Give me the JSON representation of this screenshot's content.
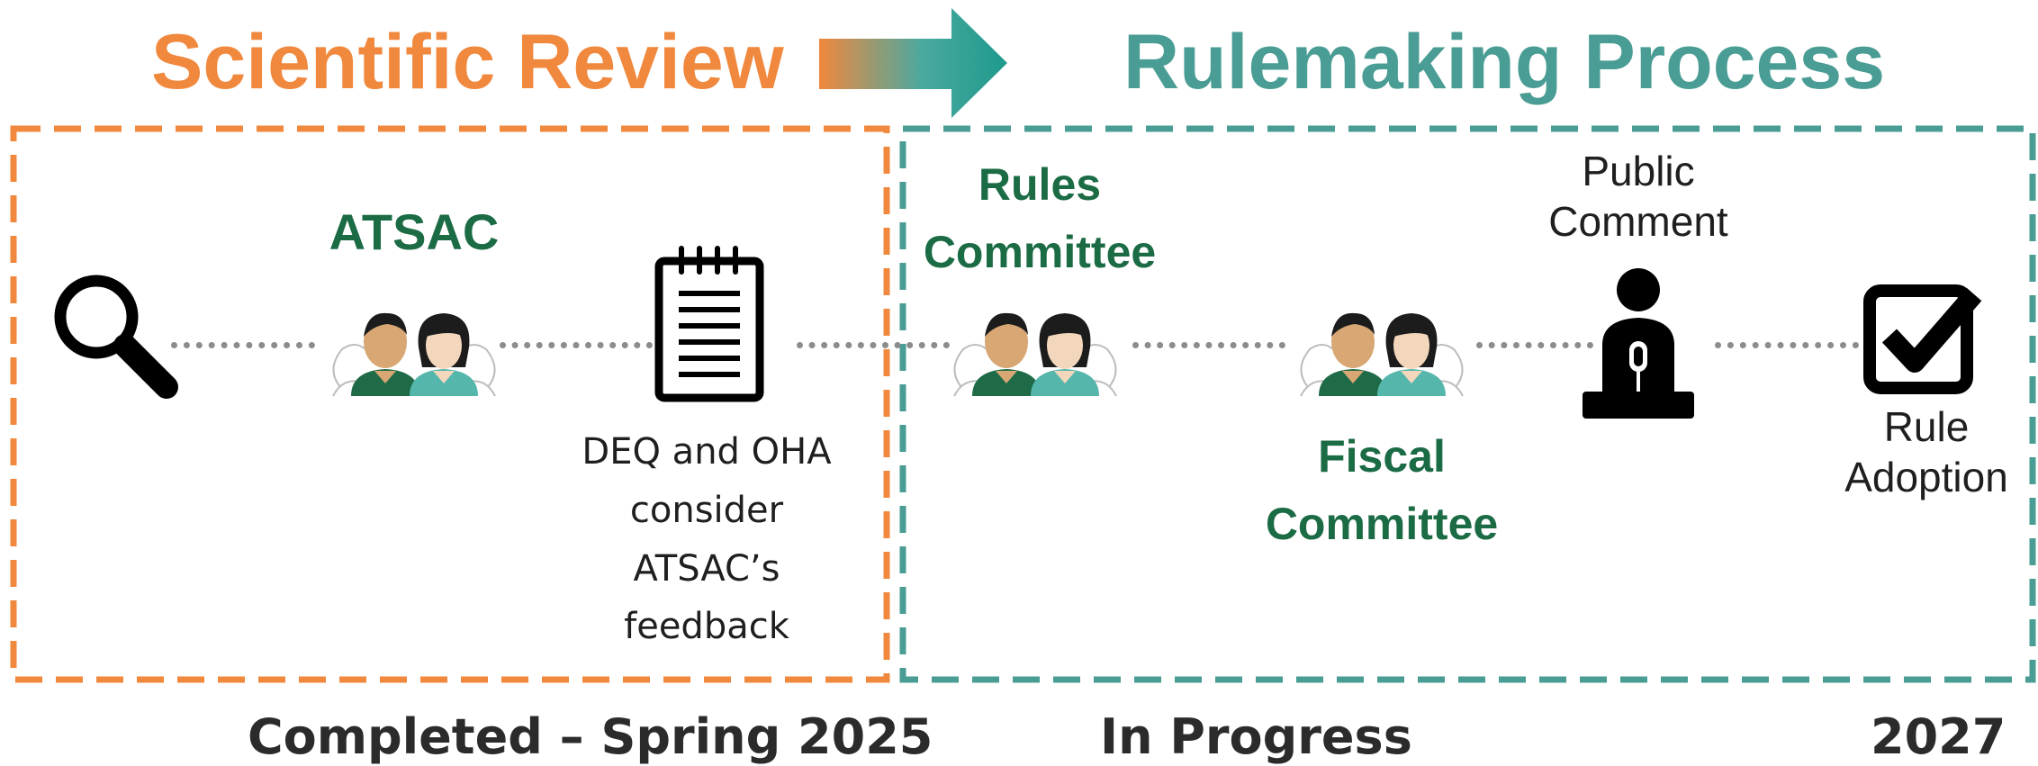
{
  "header": {
    "left_title": "Scientific Review",
    "right_title": "Rulemaking Process"
  },
  "scientific_review": {
    "group_label": "ATSAC",
    "notes": [
      "DEQ and OHA",
      "consider",
      "ATSAC’s",
      "feedback"
    ]
  },
  "rulemaking": {
    "rules_committee": [
      "Rules",
      "Committee"
    ],
    "fiscal_committee": [
      "Fiscal",
      "Committee"
    ],
    "public_comment": [
      "Public",
      "Comment"
    ],
    "rule_adoption": [
      "Rule",
      "Adoption"
    ]
  },
  "footer": {
    "left": "Completed – Spring 2025",
    "middle": "In Progress",
    "right": "2027"
  },
  "colors": {
    "scientific_orange": "#f0883e",
    "rulemaking_teal": "#4a9d94",
    "label_green": "#1b6b45"
  },
  "icons": [
    "magnifier-icon",
    "people-icon",
    "notepad-icon",
    "speaker-podium-icon",
    "checkbox-check-icon",
    "arrow-icon"
  ]
}
